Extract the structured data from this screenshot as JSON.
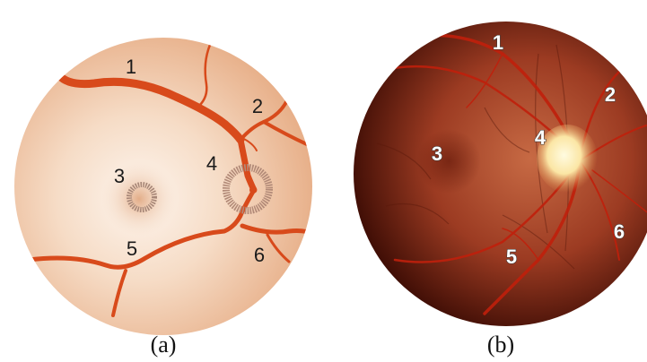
{
  "panel_a": {
    "caption": "(a)",
    "labels": [
      "1",
      "2",
      "3",
      "4",
      "5",
      "6"
    ],
    "colors": {
      "disc_center": "#fbeee4",
      "disc_edge": "#e6ab83",
      "vessel": "#d84a1b",
      "ring": "#b28a78"
    }
  },
  "panel_b": {
    "caption": "(b)",
    "labels": [
      "1",
      "2",
      "3",
      "4",
      "5",
      "6"
    ],
    "colors": {
      "fundus_mid": "#a8472c",
      "fundus_edge": "#3e0d05",
      "vessel": "#c0200c",
      "optic_disc": "#fff6cc"
    }
  }
}
